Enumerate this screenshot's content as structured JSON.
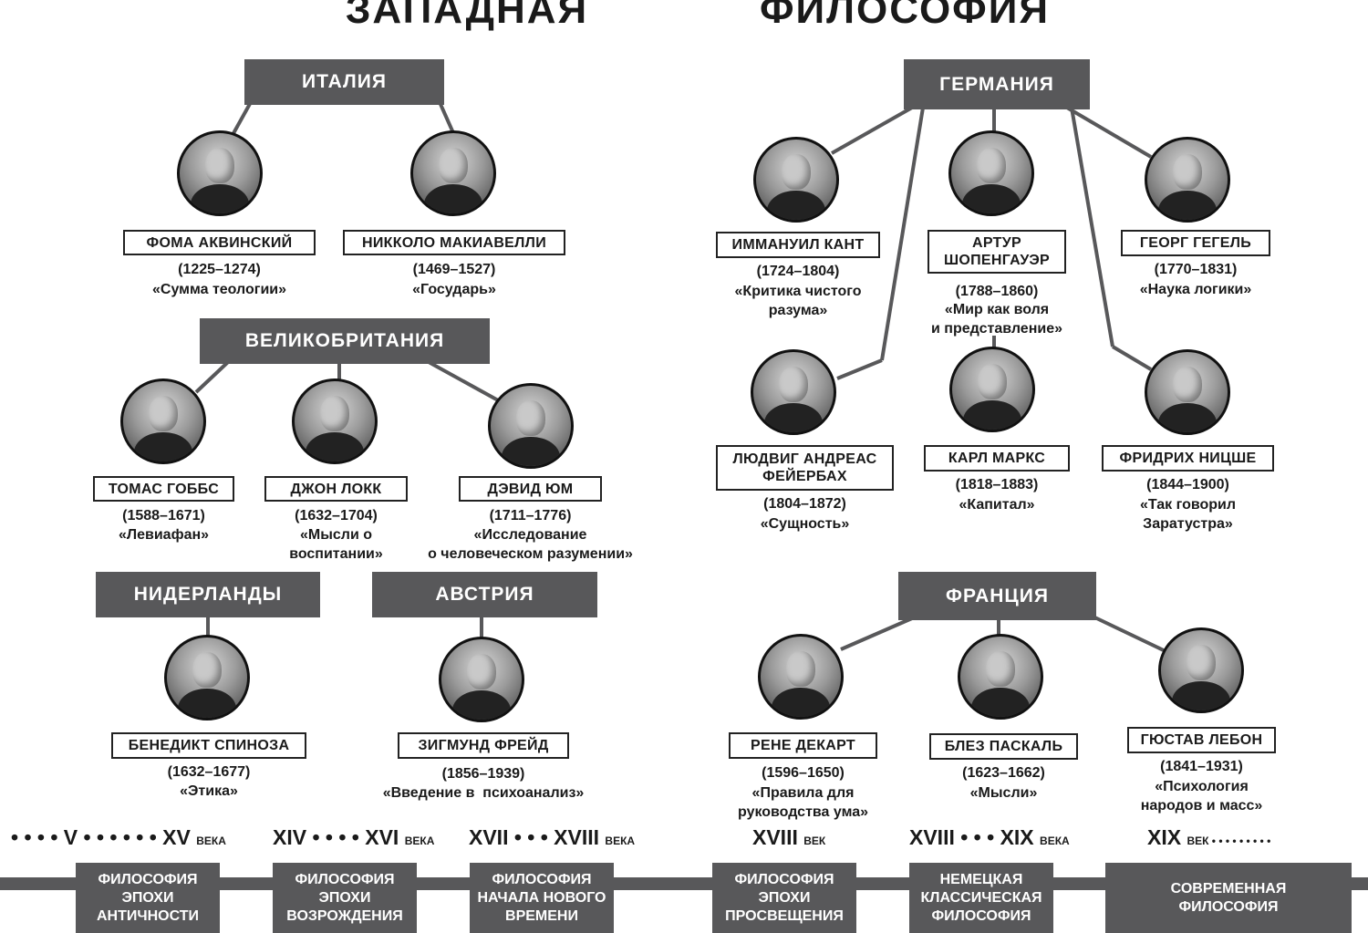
{
  "titles": [
    "ЗАПАДНАЯ",
    "ФИЛОСОФИЯ"
  ],
  "countries": [
    "ИТАЛИЯ",
    "ВЕЛИКОБРИТАНИЯ",
    "НИДЕРЛАНДЫ",
    "АВСТРИЯ",
    "ГЕРМАНИЯ",
    "ФРАНЦИЯ"
  ],
  "people": [
    {
      "name": "ФОМА АКВИНСКИЙ",
      "dates": "(1225–1274)",
      "work": "«Сумма теологии»"
    },
    {
      "name": "НИККОЛО МАКИАВЕЛЛИ",
      "dates": "(1469–1527)",
      "work": "«Государь»"
    },
    {
      "name": "ТОМАС ГОББС",
      "dates": "(1588–1671)",
      "work": "«Левиафан»"
    },
    {
      "name": "ДЖОН ЛОКК",
      "dates": "(1632–1704)",
      "work": "«Мысли о\nвоспитании»"
    },
    {
      "name": "ДЭВИД ЮМ",
      "dates": "(1711–1776)",
      "work": "«Исследование\nо человеческом разумении»"
    },
    {
      "name": "БЕНЕДИКТ СПИНОЗА",
      "dates": "(1632–1677)",
      "work": "«Этика»"
    },
    {
      "name": "ЗИГМУНД ФРЕЙД",
      "dates": "(1856–1939)",
      "work": "«Введение в  психоанализ»"
    },
    {
      "name": "ИММАНУИЛ КАНТ",
      "dates": "(1724–1804)",
      "work": "«Критика чистого\nразума»"
    },
    {
      "name": "АРТУР\nШОПЕНГАУЭР",
      "dates": "(1788–1860)",
      "work": "«Мир как воля\nи представление»"
    },
    {
      "name": "ГЕОРГ ГЕГЕЛЬ",
      "dates": "(1770–1831)",
      "work": "«Наука логики»"
    },
    {
      "name": "ЛЮДВИГ АНДРЕАС\nФЕЙЕРБАХ",
      "dates": "(1804–1872)",
      "work": "«Сущность»"
    },
    {
      "name": "КАРЛ МАРКС",
      "dates": "(1818–1883)",
      "work": "«Капитал»"
    },
    {
      "name": "ФРИДРИХ НИЦШЕ",
      "dates": "(1844–1900)",
      "work": "«Так говорил\nЗаратустра»"
    },
    {
      "name": "РЕНЕ ДЕКАРТ",
      "dates": "(1596–1650)",
      "work": "«Правила для\nруководства ума»"
    },
    {
      "name": "БЛЕЗ ПАСКАЛЬ",
      "dates": "(1623–1662)",
      "work": "«Мысли»"
    },
    {
      "name": "ГЮСТАВ ЛЕБОН",
      "dates": "(1841–1931)",
      "work": "«Психология\nнародов и масс»"
    }
  ],
  "timeline": [
    {
      "period": "• • • • V • • • • • • XV",
      "unit": "ВЕКА",
      "era": "ФИЛОСОФИЯ\nЭПОХИ\nАНТИЧНОСТИ"
    },
    {
      "period": "XIV • • • • XVI",
      "unit": "ВЕКА",
      "era": "ФИЛОСОФИЯ\nЭПОХИ\nВОЗРОЖДЕНИЯ"
    },
    {
      "period": "XVII • • • XVIII",
      "unit": "ВЕКА",
      "era": "ФИЛОСОФИЯ\nНАЧАЛА НОВОГО\nВРЕМЕНИ"
    },
    {
      "period": "XVIII",
      "unit": "ВЕК",
      "era": "ФИЛОСОФИЯ\nЭПОХИ\nПРОСВЕЩЕНИЯ"
    },
    {
      "period": "XVIII • • • XIX",
      "unit": "ВЕКА",
      "era": "НЕМЕЦКАЯ\nКЛАССИЧЕСКАЯ\nФИЛОСОФИЯ"
    },
    {
      "period": "XIX",
      "unit": "ВЕК • • • • • • • • •",
      "era": "СОВРЕМЕННАЯ\nФИЛОСОФИЯ"
    }
  ]
}
